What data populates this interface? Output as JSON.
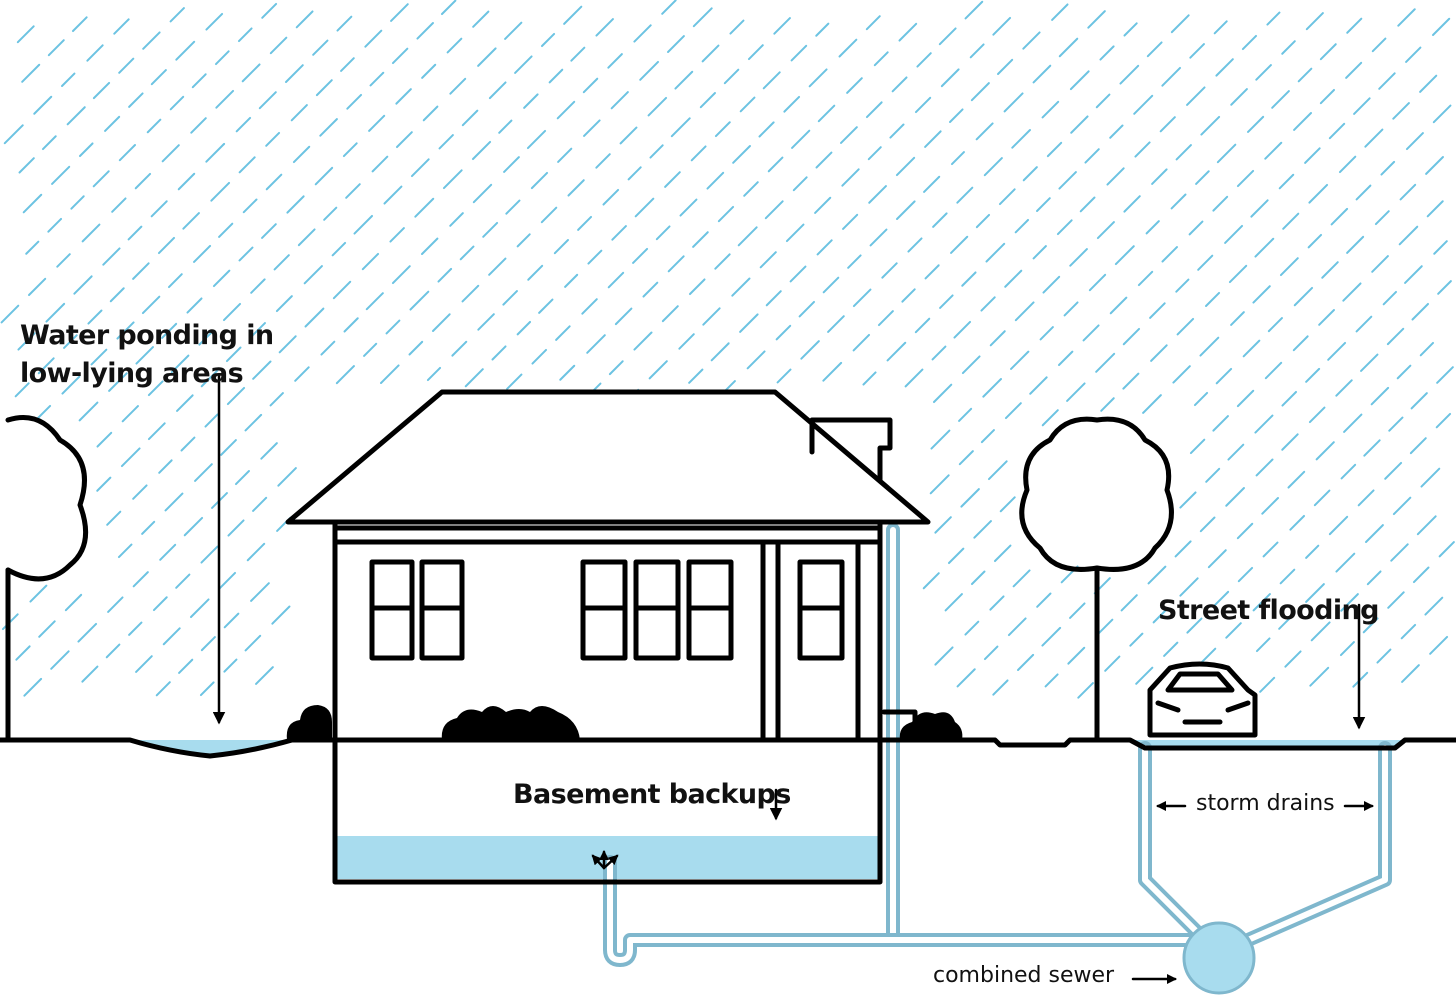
{
  "labels": {
    "ponding_line1": "Water ponding in",
    "ponding_line2": "low-lying areas",
    "basement": "Basement backups",
    "street": "Street flooding",
    "storm_drains": "storm drains",
    "combined_sewer": "combined sewer"
  },
  "colors": {
    "outline": "#000000",
    "water": "#a8dcee",
    "pipe_stroke": "#7fb7cd",
    "rain": "#6cc3e2",
    "background": "#ffffff"
  }
}
